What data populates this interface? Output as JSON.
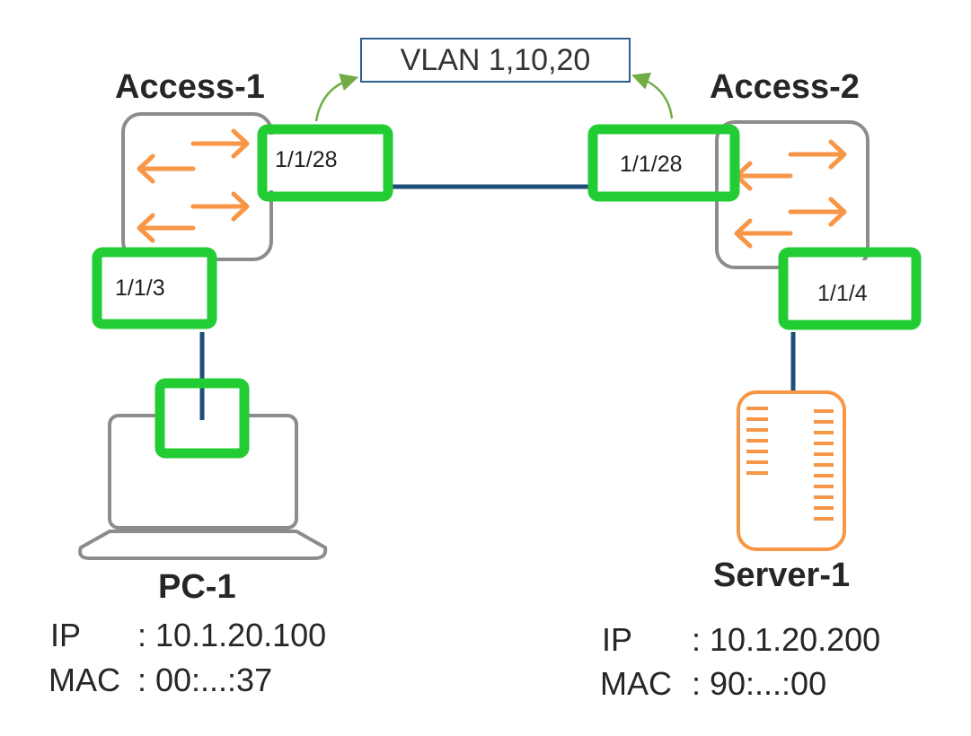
{
  "vlan_label": "VLAN 1,10,20",
  "devices": {
    "access1": {
      "name": "Access-1",
      "uplink_port": "1/1/28",
      "host_port": "1/1/3"
    },
    "access2": {
      "name": "Access-2",
      "uplink_port": "1/1/28",
      "host_port": "1/1/4"
    },
    "pc1": {
      "name": "PC-1",
      "ip_label": "IP",
      "ip": ": 10.1.20.100",
      "mac_label": "MAC",
      "mac": ": 00:...:37"
    },
    "server1": {
      "name": "Server-1",
      "ip_label": "IP",
      "ip": ": 10.1.20.200",
      "mac_label": "MAC",
      "mac": ": 90:...:00"
    }
  },
  "colors": {
    "highlight": "#22cc33",
    "link": "#1f4e79",
    "switch_arrows": "#f79646",
    "server": "#f79646",
    "device_outline": "#8c8c8c",
    "vlan_arrow": "#70ad47"
  }
}
